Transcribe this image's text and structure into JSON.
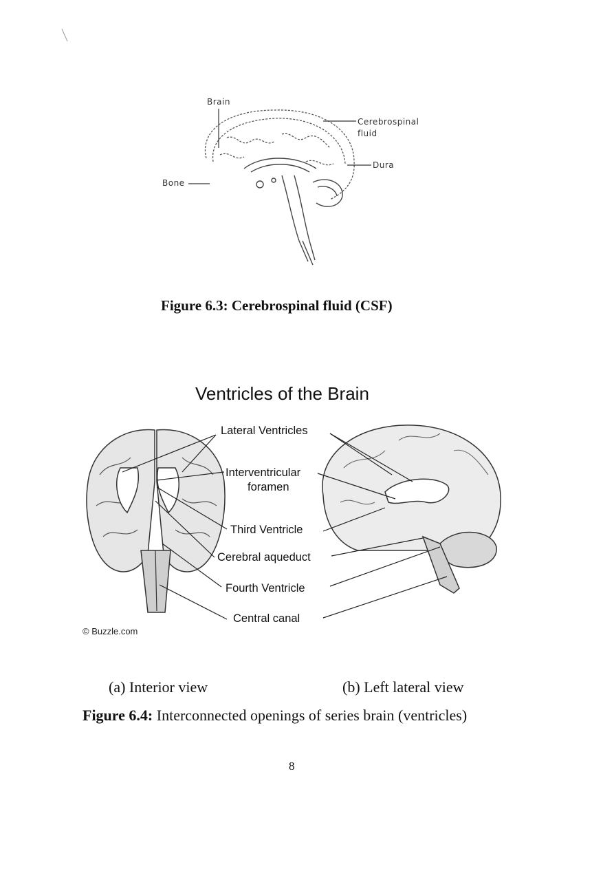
{
  "figure_6_3": {
    "labels": {
      "brain": "Brain",
      "csf": "Cerebrospinal",
      "csf_2": "fluid",
      "dura": "Dura",
      "bone": "Bone"
    },
    "caption": "Figure 6.3: Cerebrospinal fluid (CSF)"
  },
  "figure_6_4": {
    "title": "Ventricles of the Brain",
    "labels": {
      "lateral_ventricles": "Lateral Ventricles",
      "interventricular": "Interventricular",
      "foramen": "foramen",
      "third_ventricle": "Third Ventricle",
      "cerebral_aqueduct": "Cerebral aqueduct",
      "fourth_ventricle": "Fourth Ventricle",
      "central_canal": "Central canal"
    },
    "copyright": "© Buzzle.com",
    "subcaption_a": "(a) Interior view",
    "subcaption_b": "(b) Left lateral view",
    "caption_bold": "Figure 6.4:",
    "caption_rest": " Interconnected openings of series brain (ventricles)"
  },
  "page_number": "8"
}
